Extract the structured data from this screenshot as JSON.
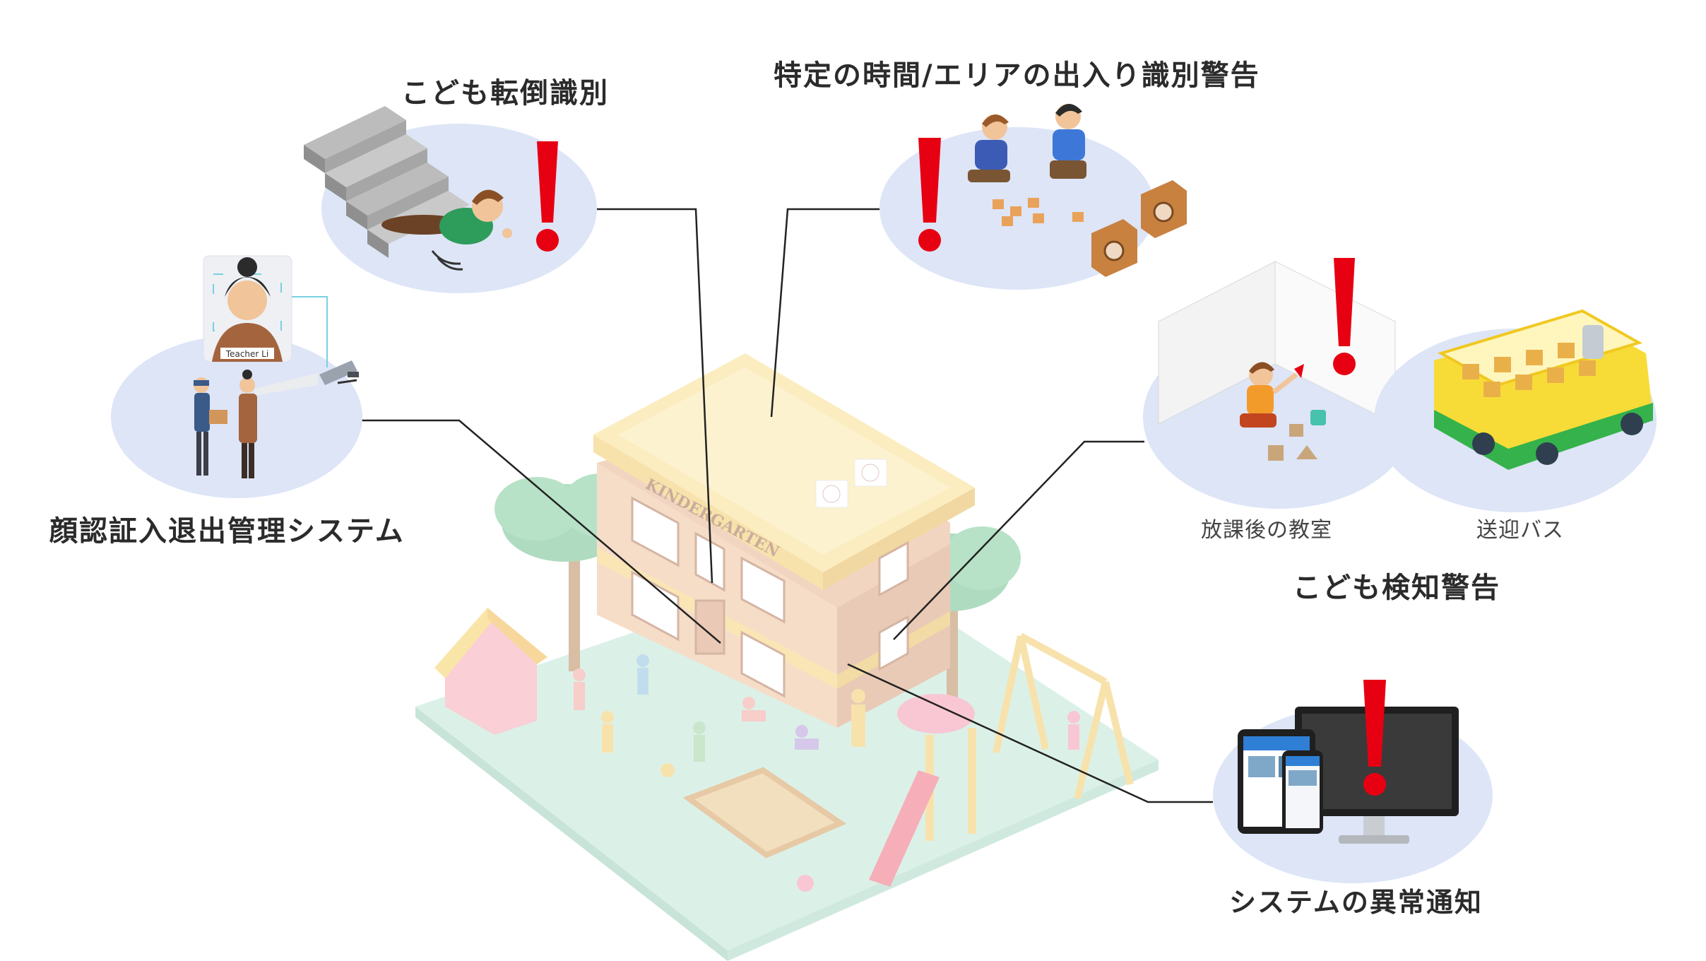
{
  "labels": {
    "fall_detection": "こども転倒識別",
    "area_intrusion": "特定の時間/エリアの出入り識別警告",
    "face_access": "顔認証入退出管理システム",
    "afterschool_room": "放課後の教室",
    "shuttle_bus": "送迎バス",
    "child_detection": "こども検知警告",
    "system_alert": "システムの異常通知"
  },
  "badge": {
    "teacher_name": "Teacher Li"
  },
  "building": {
    "sign": "KINDERGARTEN"
  },
  "colors": {
    "alert_red": "#e60012",
    "scene_bubble": "#dde5f7",
    "ground": "#bfe6d6",
    "connector": "#222222"
  },
  "icons": [
    "exclamation-icon",
    "camera-icon",
    "stairs-icon",
    "bus-icon",
    "monitor-icon",
    "phone-icon",
    "tablet-icon"
  ]
}
